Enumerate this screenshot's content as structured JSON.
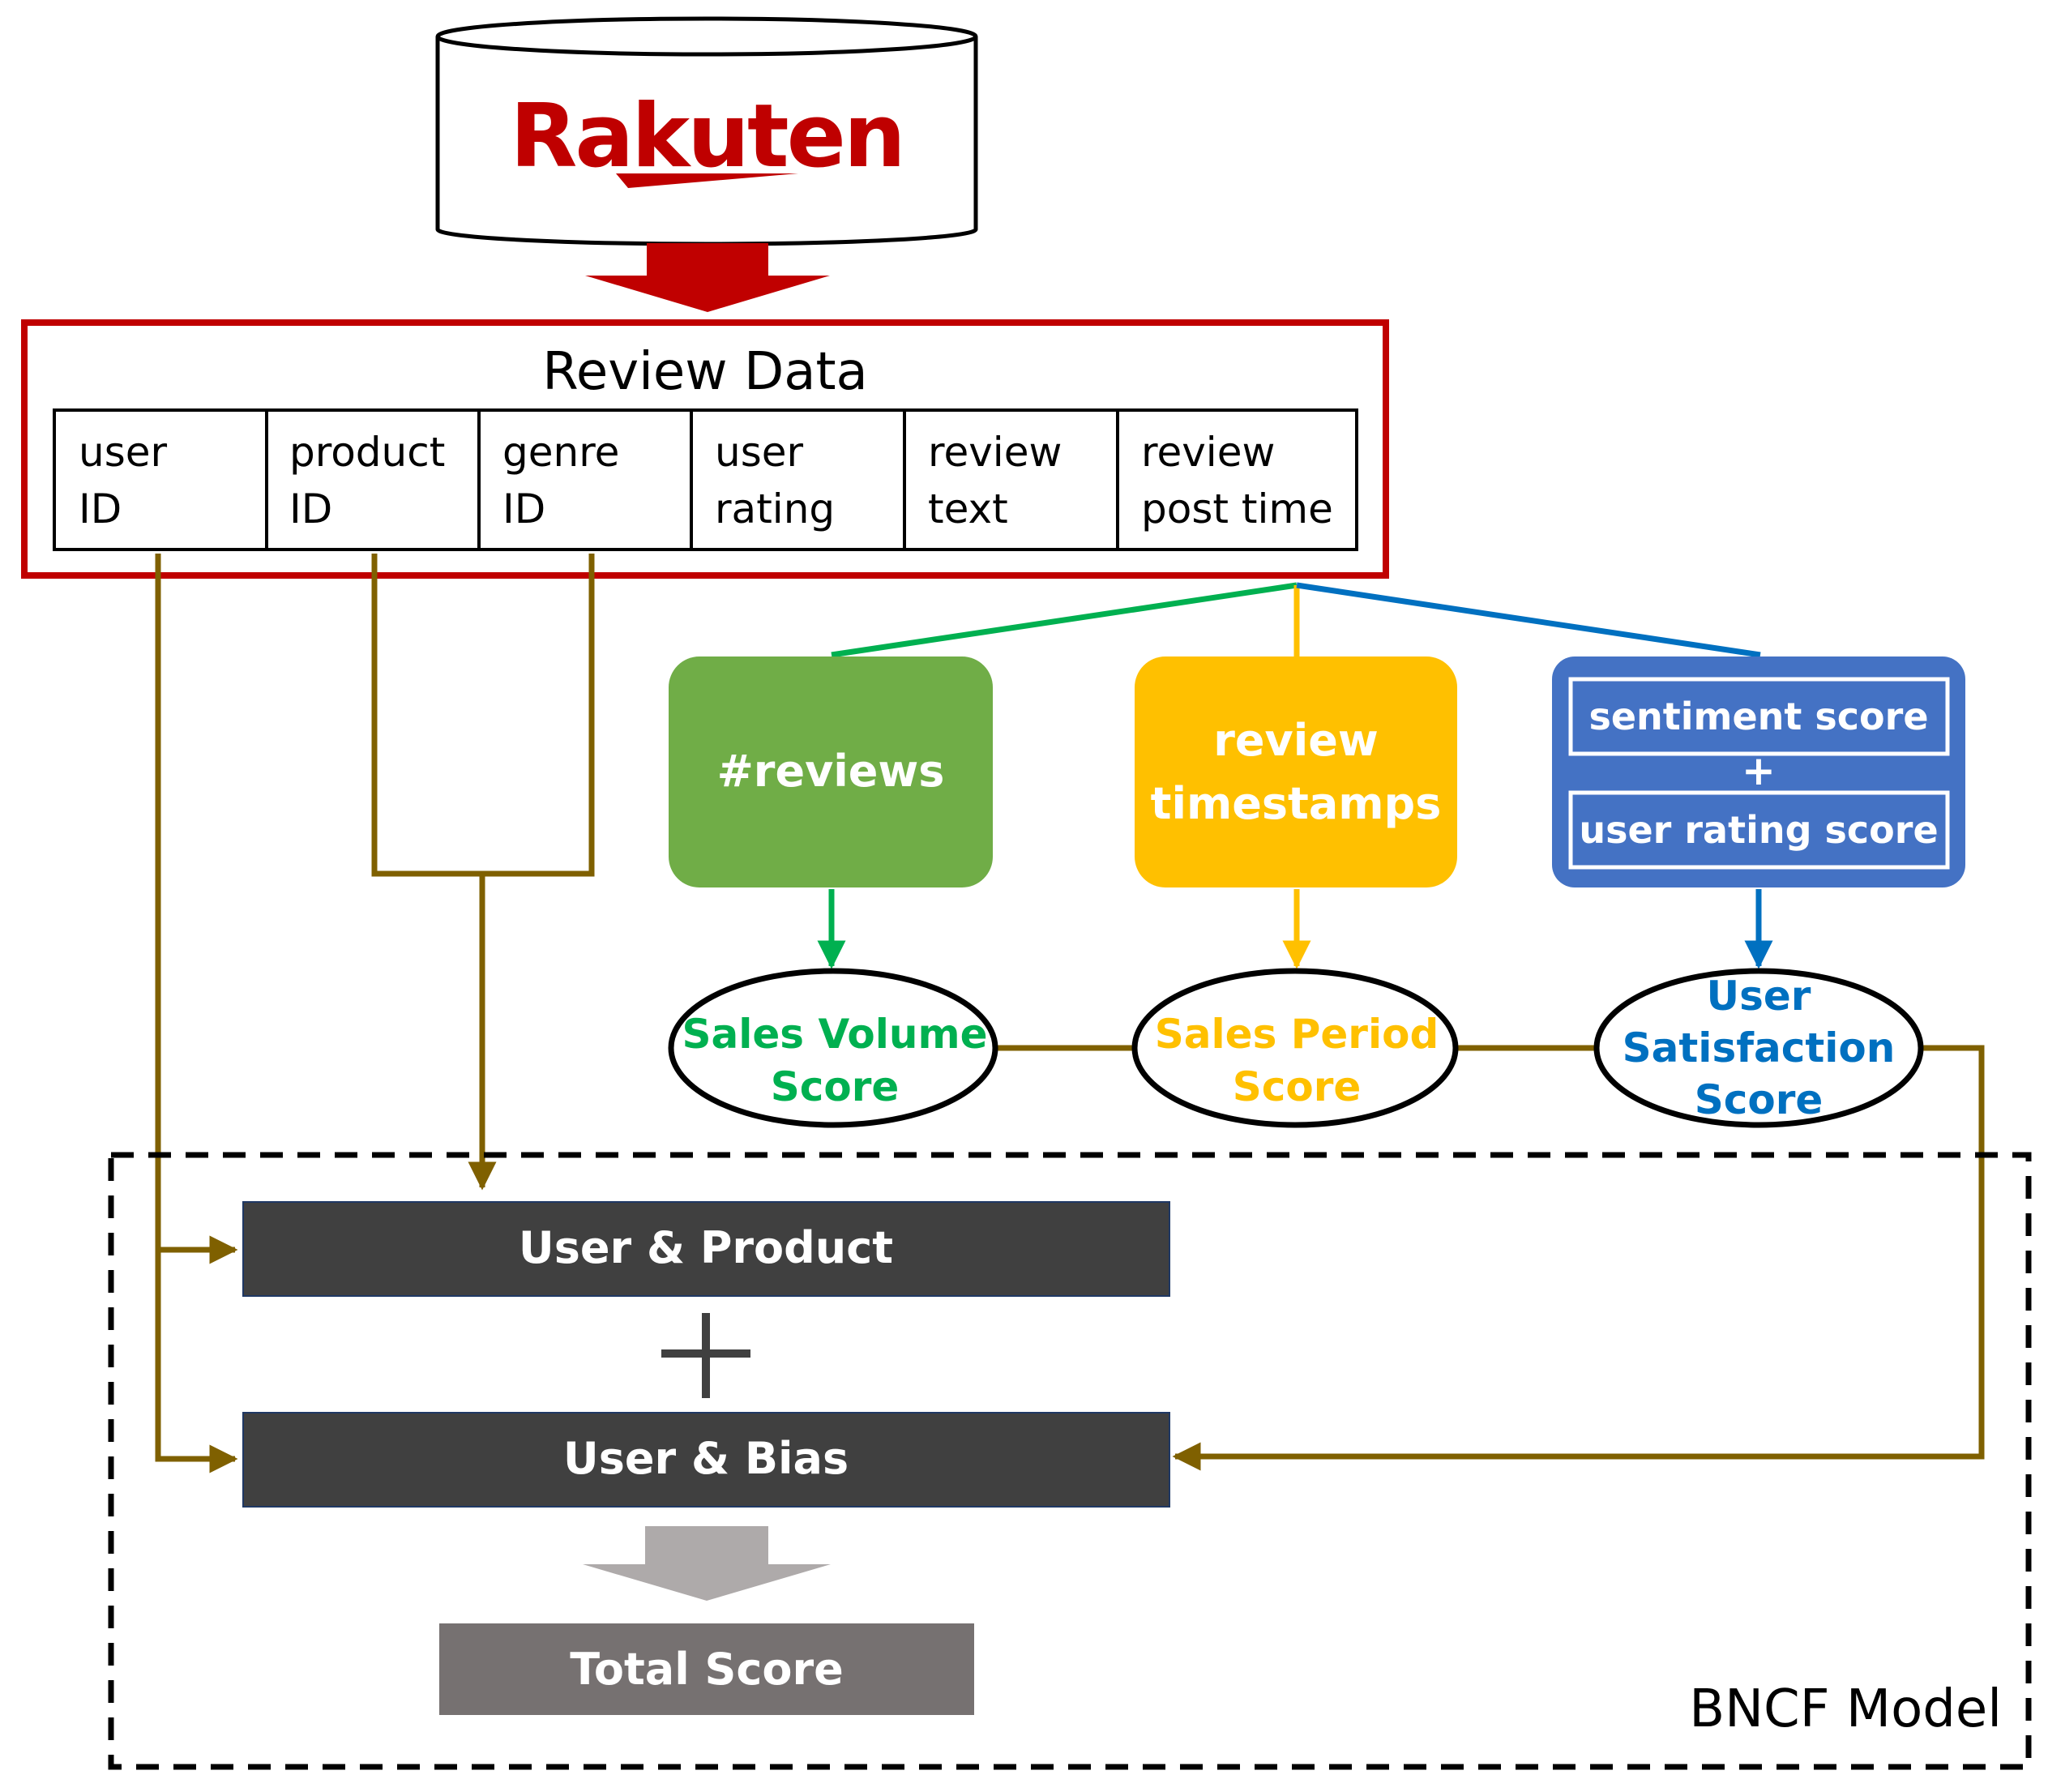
{
  "database": {
    "logo_text": "Rakuten"
  },
  "review_data": {
    "title": "Review Data",
    "fields": [
      {
        "line1": "user",
        "line2": "ID"
      },
      {
        "line1": "product",
        "line2": "ID"
      },
      {
        "line1": "genre",
        "line2": "ID"
      },
      {
        "line1": "user",
        "line2": "rating"
      },
      {
        "line1": "review",
        "line2": "text"
      },
      {
        "line1": "review",
        "line2": "post time"
      }
    ]
  },
  "features": {
    "reviews": "#reviews",
    "timestamps_line1": "review",
    "timestamps_line2": "timestamps",
    "sentiment": "sentiment score",
    "plus": "+",
    "user_rating": "user rating score"
  },
  "scores": {
    "sales_volume_line1": "Sales Volume",
    "sales_volume_line2": "Score",
    "sales_period_line1": "Sales Period",
    "sales_period_line2": "Score",
    "user_satisfaction_line1": "User",
    "user_satisfaction_line2": "Satisfaction",
    "user_satisfaction_line3": "Score"
  },
  "model": {
    "user_product": "User & Product",
    "user_bias": "User & Bias",
    "total_score": "Total Score",
    "label": "BNCF Model"
  },
  "colors": {
    "rakuten_red": "#bf0000",
    "brown": "#7f6000",
    "green": "#00b050",
    "green_box": "#70ad47",
    "yellow": "#ffc000",
    "blue": "#0070c0",
    "blue_box": "#4472c4",
    "dark_bar": "#404040",
    "gray_arrow": "#aeaaaa",
    "gray_box": "#767171"
  }
}
